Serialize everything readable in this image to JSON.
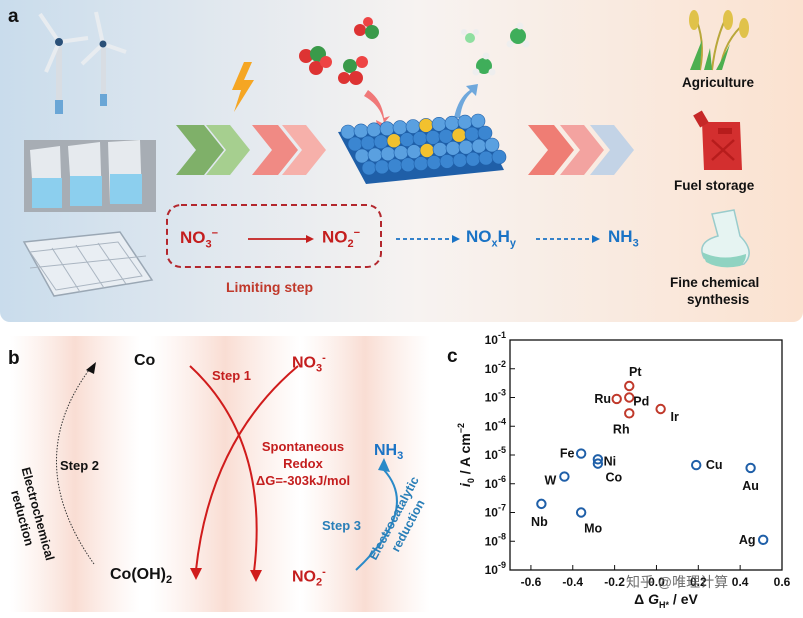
{
  "panel_a": {
    "letter": "a",
    "nitrate": "NO3−",
    "nitrite": "NO2−",
    "nox": "NOxHy",
    "ammonia": "NH3",
    "limiting": "Limiting step",
    "outputs": [
      "Agriculture",
      "Fuel storage",
      "Fine chemical",
      "synthesis"
    ]
  },
  "panel_b": {
    "letter": "b",
    "co": "Co",
    "cooh2": "Co(OH)2",
    "no3": "NO3-",
    "no2": "NO2-",
    "nh3": "NH3",
    "step1": "Step 1",
    "step2": "Step 2",
    "step3": "Step 3",
    "redox": [
      "Spontaneous",
      "Redox",
      "ΔG=-303kJ/mol"
    ],
    "echem": [
      "Electrochemical",
      "reduction"
    ],
    "ecat": [
      "Electrocatalytic",
      "reduction"
    ]
  },
  "panel_c": {
    "letter": "c",
    "watermark": "知乎 @唯理计算"
  },
  "chart_data": {
    "type": "scatter",
    "xlabel": "Δ GH* / eV",
    "ylabel": "i0 / A cm−2",
    "xlim": [
      -0.7,
      0.6
    ],
    "xticks": [
      "-0.6",
      "-0.4",
      "-0.2",
      "0.0",
      "0.2",
      "0.4",
      "0.6"
    ],
    "ylog": true,
    "ylim": [
      -9,
      -1
    ],
    "yticks": [
      "10-9",
      "10-8",
      "10-7",
      "10-6",
      "10-5",
      "10-4",
      "10-3",
      "10-2",
      "10-1"
    ],
    "series": [
      {
        "color": "#1f5fa8",
        "points": [
          {
            "name": "Nb",
            "x": -0.55,
            "y": -6.7
          },
          {
            "name": "W",
            "x": -0.44,
            "y": -5.75
          },
          {
            "name": "Mo",
            "x": -0.36,
            "y": -7.0
          },
          {
            "name": "Fe",
            "x": -0.36,
            "y": -4.95
          },
          {
            "name": "Ni",
            "x": -0.28,
            "y": -5.15
          },
          {
            "name": "Co",
            "x": -0.28,
            "y": -5.3
          },
          {
            "name": "Cu",
            "x": 0.19,
            "y": -5.35
          },
          {
            "name": "Au",
            "x": 0.45,
            "y": -5.45
          },
          {
            "name": "Ag",
            "x": 0.51,
            "y": -7.95
          }
        ]
      },
      {
        "color": "#c0392b",
        "points": [
          {
            "name": "Ru",
            "x": -0.19,
            "y": -3.05
          },
          {
            "name": "Pd",
            "x": -0.13,
            "y": -3.0
          },
          {
            "name": "Pt",
            "x": -0.13,
            "y": -2.6
          },
          {
            "name": "Rh",
            "x": -0.13,
            "y": -3.55
          },
          {
            "name": "Ir",
            "x": 0.02,
            "y": -3.4
          }
        ]
      }
    ]
  }
}
